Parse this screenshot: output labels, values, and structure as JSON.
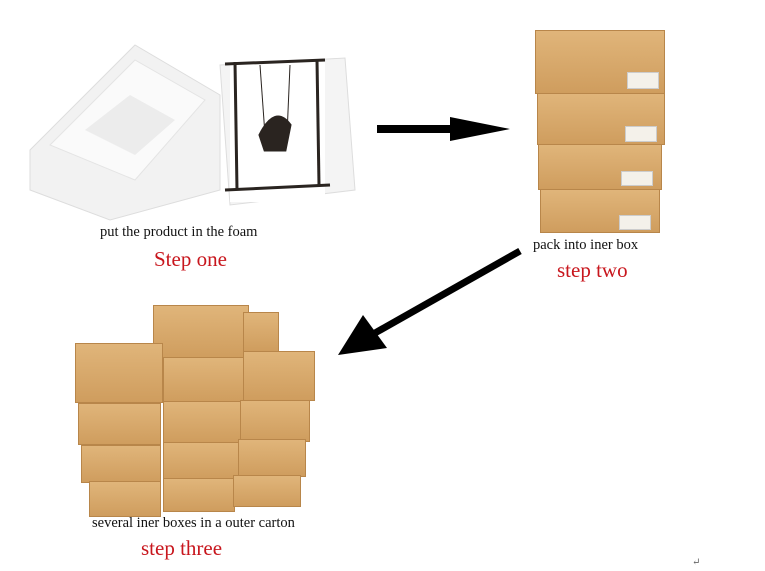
{
  "steps": [
    {
      "caption": "put the product in the foam",
      "title": "Step one"
    },
    {
      "caption": "pack into iner box",
      "title": "step two"
    },
    {
      "caption": "several iner boxes in a outer carton",
      "title": "step three"
    }
  ],
  "return_mark": "↵",
  "colors": {
    "step_title": "#c8161d",
    "cardboard": "#d7a868",
    "arrow": "#000000"
  }
}
